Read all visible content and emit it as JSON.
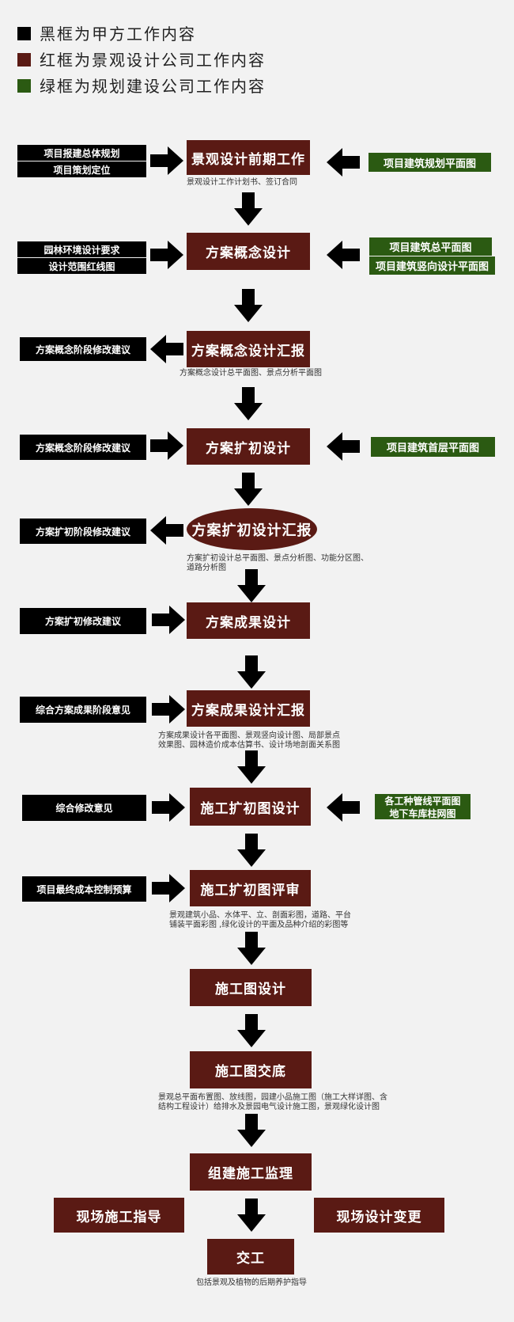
{
  "legend": {
    "black": "黑框为甲方工作内容",
    "red": "红框为景观设计公司工作内容",
    "green": "绿框为规划建设公司工作内容"
  },
  "steps": {
    "s1": "景观设计前期工作",
    "s1_note": "景观设计工作计划书、签订合同",
    "s2": "方案概念设计",
    "s3": "方案概念设计汇报",
    "s3_note": "方案概念设计总平面图、景点分析平面图",
    "s4": "方案扩初设计",
    "s5": "方案扩初设计汇报",
    "s5_note1": "方案扩初设计总平面图、景点分析图、功能分区图、",
    "s5_note2": "道路分析图",
    "s6": "方案成果设计",
    "s7": "方案成果设计汇报",
    "s7_note1": "方案成果设计各平面图、景观竖向设计图、局部景点",
    "s7_note2": "效果图、园林造价成本估算书、设计场地剖面关系图",
    "s8": "施工扩初图设计",
    "s9": "施工扩初图评审",
    "s9_note1": "景观建筑小品、水体平、立、剖面彩图，道路、平台",
    "s9_note2": "铺装平面彩图 ,绿化设计的平面及品种介绍的彩图等",
    "s10": "施工图设计",
    "s11": "施工图交底",
    "s11_note1": "景观总平面布置图、放线图，园建小品施工图（施工大样详图、含",
    "s11_note2": "结构工程设计）给排水及景园电气设计施工图，景观绿化设计图",
    "s12": "组建施工监理",
    "s12_left": "现场施工指导",
    "s12_right": "现场设计变更",
    "s13": "交工",
    "s13_note": "包括景观及植物的后期养护指导"
  },
  "client": {
    "c1a": "项目报建总体规划",
    "c1b": "项目策划定位",
    "c2a": "园林环境设计要求",
    "c2b": "设计范围红线图",
    "c3": "方案概念阶段修改建议",
    "c4": "方案概念阶段修改建议",
    "c5": "方案扩初阶段修改建议",
    "c6": "方案扩初修改建议",
    "c7": "综合方案成果阶段意见",
    "c8": "综合修改意见",
    "c9": "项目最终成本控制预算"
  },
  "planner": {
    "g1": "项目建筑规划平面图",
    "g2a": "项目建筑总平面图",
    "g2b": "项目建筑竖向设计平面图",
    "g4": "项目建筑首层平面图",
    "g8a": "各工种管线平面图",
    "g8b": "地下车库柱网图"
  },
  "colors": {
    "red": "#5a1a14",
    "black": "#000000",
    "green": "#2b5a12"
  }
}
